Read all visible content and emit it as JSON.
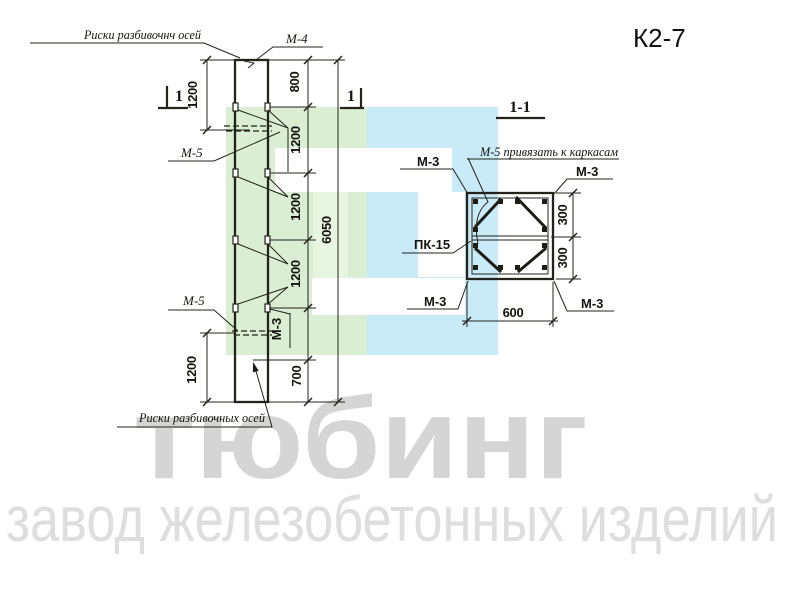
{
  "title": "К2-7",
  "watermark": {
    "line1": "тюбинг",
    "line2": "завод железобетонных изделий"
  },
  "colors": {
    "logo_green": "#daeed3",
    "logo_green_light": "#e8f5e1",
    "logo_cyan": "#c9ebf8",
    "watermark_primary": "#d5d5d5",
    "watermark_secondary": "#dedede"
  },
  "elevation": {
    "cut_mark": "1",
    "labels": {
      "axis_marks_top": "Риски разбивочнч осей",
      "m4": "М-4",
      "m5_upper": "М-5",
      "m5_lower": "М-5",
      "m3_side": "М-3",
      "axis_marks_bottom": "Риски разбивочных осей"
    },
    "dims": {
      "left_top": "1200",
      "right_top": "800",
      "mid_1": "1200",
      "mid_2": "1200",
      "mid_3": "1200",
      "total": "6050",
      "left_bottom": "1200",
      "right_bottom": "700"
    }
  },
  "section": {
    "title": "1-1",
    "labels": {
      "m3_top_left": "М-3",
      "m3_top_right": "М-3",
      "m3_bottom_left": "М-3",
      "m3_bottom_right": "М-3",
      "pk15": "ПК-15",
      "m5_note": "М-5 привязать к каркасам"
    },
    "dims": {
      "width": "600",
      "half_top": "300",
      "half_bottom": "300"
    }
  }
}
